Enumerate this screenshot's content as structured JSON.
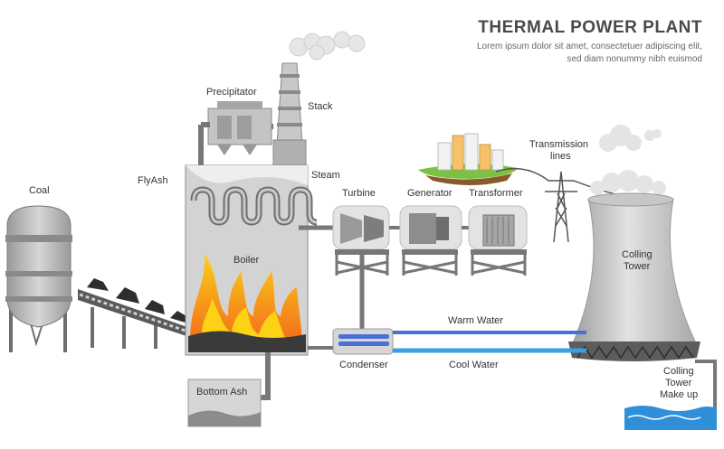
{
  "header": {
    "title": "THERMAL POWER PLANT",
    "subtitle_line1": "Lorem ipsum dolor sit amet, consectetuer adipiscing elit,",
    "subtitle_line2": "sed diam nonummy nibh euismod"
  },
  "labels": {
    "coal": "Coal",
    "flyash": "FlyAsh",
    "precipitator": "Precipitator",
    "stack": "Stack",
    "steam": "Steam",
    "boiler": "Boiler",
    "bottom_ash": "Bottom Ash",
    "turbine": "Turbine",
    "generator": "Generator",
    "transformer": "Transformer",
    "transmission_1": "Transmission",
    "transmission_2": "lines",
    "warm_water": "Warm Water",
    "cool_water": "Cool Water",
    "condenser": "Condenser",
    "cooling_tower_1": "Colling",
    "cooling_tower_2": "Tower",
    "makeup_1": "Colling",
    "makeup_2": "Tower",
    "makeup_3": "Make up"
  },
  "colors": {
    "metal": "#b9b9b9",
    "metal_dark": "#8c8c8c",
    "pipe": "#7a7a7a",
    "flame_outer": "#f7931e",
    "flame_inner": "#fcd116",
    "warm_pipe": "#4a6fd6",
    "cool_pipe": "#3aa0e0",
    "water": "#2f8fd8",
    "grass": "#7cc242"
  }
}
